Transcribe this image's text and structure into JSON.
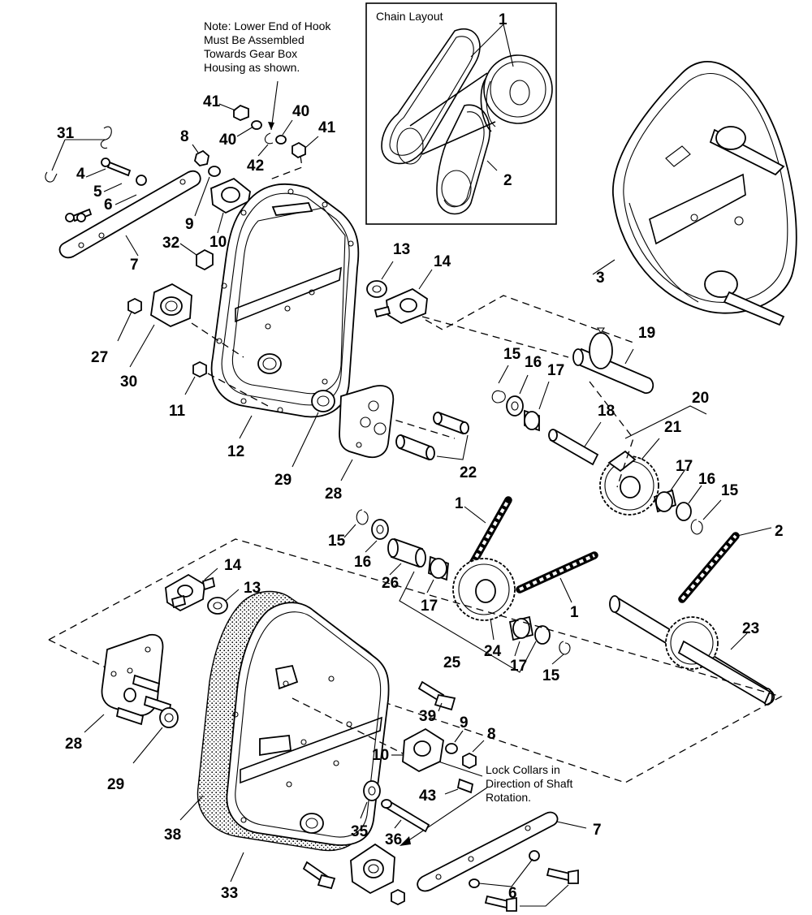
{
  "notes": {
    "hook_note": "Note: Lower End of Hook\nMust Be Assembled\nTowards Gear Box\nHousing as shown.",
    "lock_collar_note": "Lock Collars in\nDirection of Shaft\nRotation.",
    "chain_layout_title": "Chain Layout"
  },
  "callouts": {
    "c1a": "1",
    "c2a": "2",
    "c3": "3",
    "c4": "4",
    "c5": "5",
    "c6a": "6",
    "c7a": "7",
    "c8a": "8",
    "c9a": "9",
    "c10a": "10",
    "c11": "11",
    "c12": "12",
    "c13a": "13",
    "c14a": "14",
    "c15a": "15",
    "c16a": "16",
    "c17a": "17",
    "c18": "18",
    "c19": "19",
    "c20": "20",
    "c21": "21",
    "c22": "22",
    "c17b": "17",
    "c16b": "16",
    "c15b": "15",
    "c1b": "1",
    "c2b": "2",
    "c15c": "15",
    "c16c": "16",
    "c26": "26",
    "c17c": "17",
    "c24": "24",
    "c1c": "1",
    "c17d": "17",
    "c15d": "15",
    "c25": "25",
    "c23": "23",
    "c27": "27",
    "c28a": "28",
    "c29a": "29",
    "c30": "30",
    "c31": "31",
    "c32": "32",
    "c40a": "40",
    "c40b": "40",
    "c41a": "41",
    "c41b": "41",
    "c42": "42",
    "c14b": "14",
    "c13b": "13",
    "c28b": "28",
    "c29b": "29",
    "c39": "39",
    "c9b": "9",
    "c8b": "8",
    "c10b": "10",
    "c43": "43",
    "c38": "38",
    "c35": "35",
    "c36": "36",
    "c7b": "7",
    "c6b": "6",
    "c33": "33"
  }
}
